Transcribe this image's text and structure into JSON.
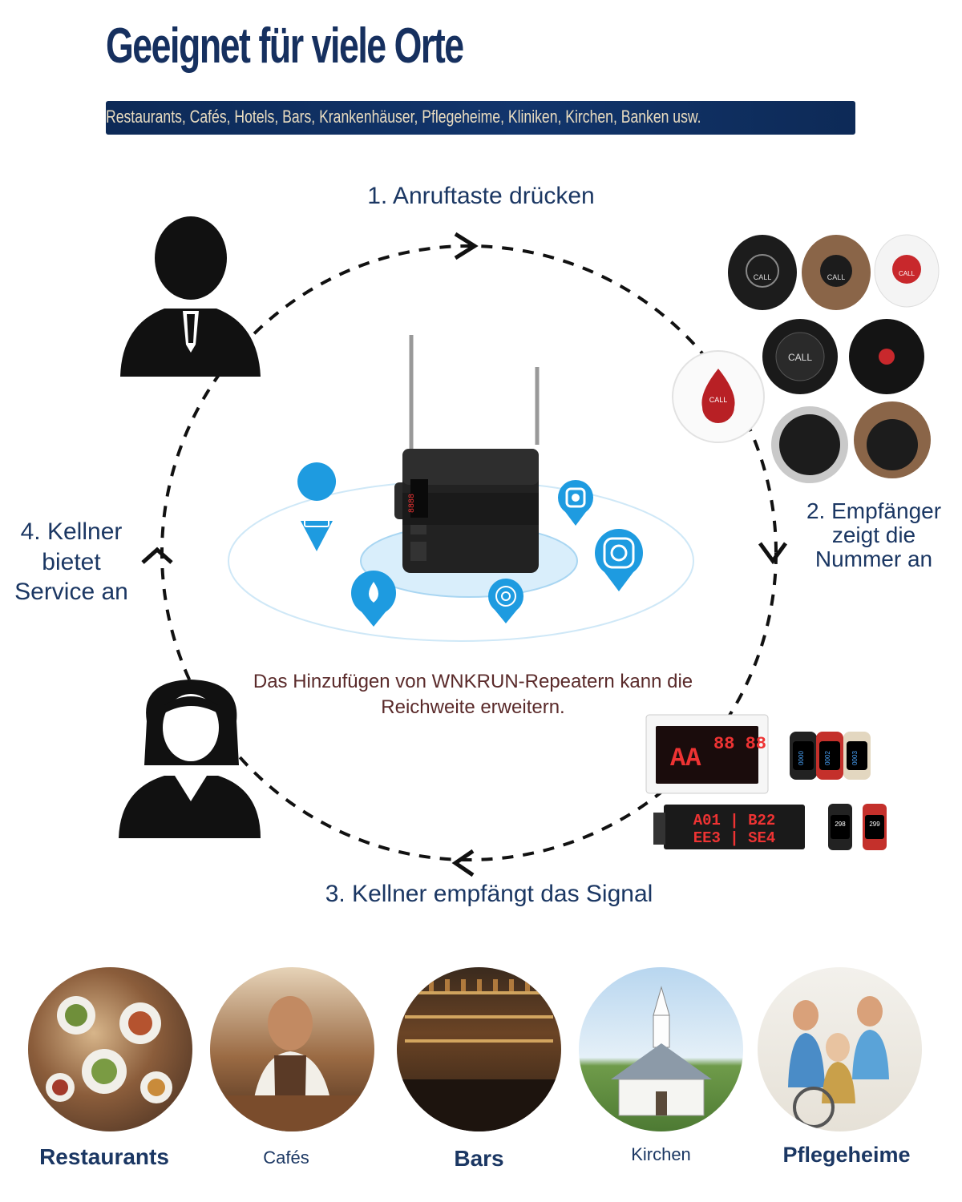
{
  "header": {
    "title": "Geeignet für viele Orte",
    "banner": "Restaurants, Cafés, Hotels, Bars, Krankenhäuser, Pflegeheime, Kliniken, Kirchen, Banken usw."
  },
  "steps": {
    "step1": "1. Anruftaste drücken",
    "step2": "2. Empfänger zeigt die Nummer an",
    "step3": "3. Kellner empfängt das Signal",
    "step4": "4. Kellner bietet Service an"
  },
  "note": "Das Hinzufügen von WNKRUN-Repeatern kann die Reichweite erweitern.",
  "devices": {
    "call_label": "CALL",
    "receiver_display_main": "AA",
    "receiver_display_digits": "88 88",
    "repeater_display": "8888",
    "bar_display_row1": "A01 | B22",
    "bar_display_row2": "EE3 | SE4",
    "watch_numbers": [
      "0000",
      "0002",
      "0003"
    ],
    "watch_small": [
      "298",
      "299"
    ]
  },
  "venues": [
    {
      "label": "Restaurants"
    },
    {
      "label": "Cafés"
    },
    {
      "label": "Bars"
    },
    {
      "label": "Kirchen"
    },
    {
      "label": "Pflegeheime"
    }
  ],
  "colors": {
    "navy": "#16305f",
    "banner": "#0d2a57",
    "banner_text": "#e9dcc0",
    "step_text": "#1b3763",
    "note_text": "#5a2a2a",
    "pin_blue": "#1e9be0",
    "call_red": "#c8282c"
  }
}
